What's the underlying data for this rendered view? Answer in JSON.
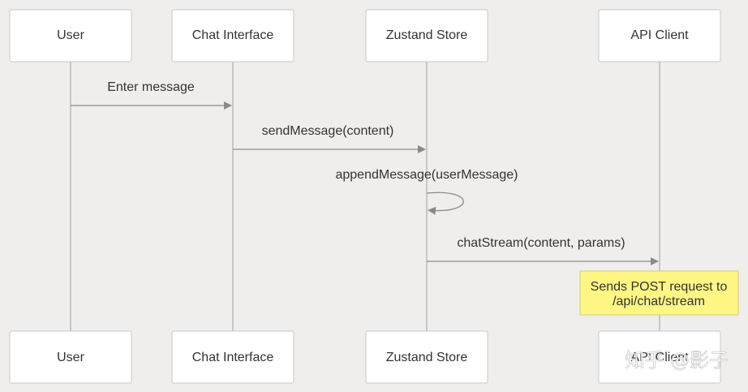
{
  "participants": [
    {
      "id": "user",
      "label": "User"
    },
    {
      "id": "chat",
      "label": "Chat Interface"
    },
    {
      "id": "store",
      "label": "Zustand Store"
    },
    {
      "id": "api",
      "label": "API Client"
    }
  ],
  "messages": [
    {
      "from": "user",
      "to": "chat",
      "label": "Enter message"
    },
    {
      "from": "chat",
      "to": "store",
      "label": "sendMessage(content)"
    },
    {
      "from": "store",
      "to": "store",
      "label": "appendMessage(userMessage)"
    },
    {
      "from": "store",
      "to": "api",
      "label": "chatStream(content, params)"
    }
  ],
  "note": {
    "over": "api",
    "lines": [
      "Sends POST request to",
      "/api/chat/stream"
    ]
  },
  "watermark": "知乎 @影子",
  "colors": {
    "background": "#efeeec",
    "actor_fill": "#ffffff",
    "actor_border": "#c8c8c8",
    "lifeline": "#c7c7c7",
    "arrow": "#8a8a8a",
    "note_fill": "#fff684",
    "note_border": "#d2d26c",
    "text": "#333333"
  }
}
